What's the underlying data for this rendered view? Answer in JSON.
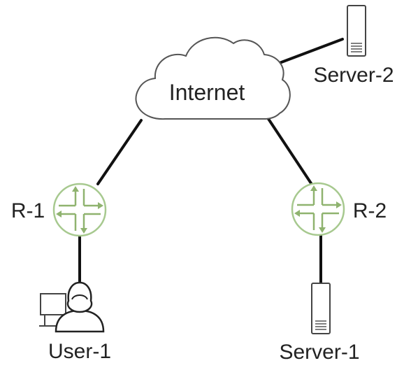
{
  "nodes": {
    "internet": {
      "label": "Internet",
      "icon": "cloud-icon"
    },
    "r1": {
      "label": "R-1",
      "icon": "router-icon"
    },
    "r2": {
      "label": "R-2",
      "icon": "router-icon"
    },
    "user1": {
      "label": "User-1",
      "icon": "user-workstation-icon"
    },
    "server1": {
      "label": "Server-1",
      "icon": "server-icon"
    },
    "server2": {
      "label": "Server-2",
      "icon": "server-icon"
    }
  },
  "links": [
    {
      "from": "Internet",
      "to": "R-1"
    },
    {
      "from": "Internet",
      "to": "R-2"
    },
    {
      "from": "Internet",
      "to": "Server-2"
    },
    {
      "from": "R-1",
      "to": "User-1"
    },
    {
      "from": "R-2",
      "to": "Server-1"
    }
  ],
  "colors": {
    "link": "#111111",
    "router_stroke": "#a7c98f",
    "router_arrow": "#8fb36f",
    "cloud_stroke": "#555555",
    "server_stroke": "#444444"
  }
}
